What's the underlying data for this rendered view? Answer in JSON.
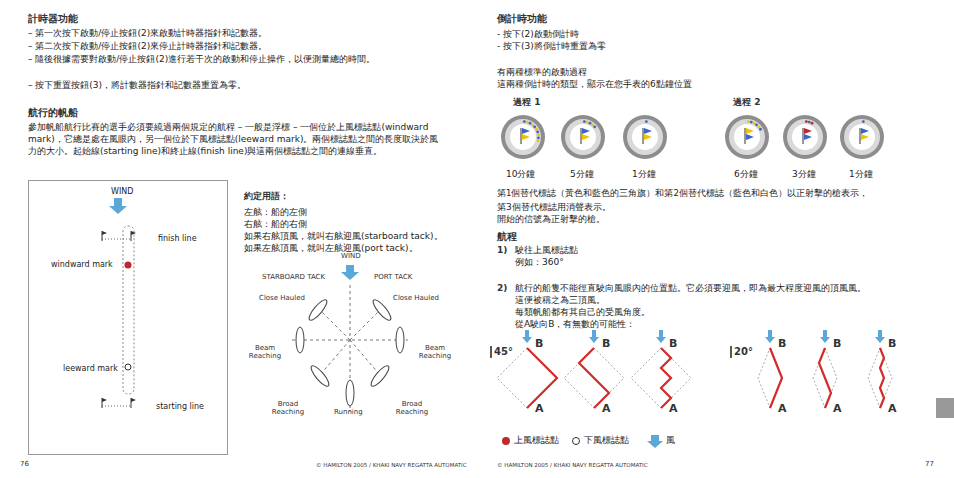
{
  "diagram": {
    "nodes": [
      {
        "text": [
          "WIND",
          "finish line",
          "windward mark",
          "leeward mark",
          "starting line"
        ]
      }
    ],
    "labels": [
      "計時器功能",
      "– 第一次按下啟動/停止按鈕(2)來啟動計時器指針和記數器。",
      "– 第二次按下啟動/停止按鈕(2)來停止計時器指針和記數器。",
      "– 隨後很據需要對啟動/停止按鈕(2)進行若干次的啟動和停止操作，以便測量總的時間。",
      "– 按下重置按鈕(3)，將計數器指針和記數器重置為零。",
      "航行的帆船",
      "參加帆船航行比賽的選手必須要繞過兩個規定的航程 – 一般是浮標 – 一個位於上風標誌點(windward mark)，它總是處在風眼內，另一個位於下風標誌點(leeward mark)。兩個標誌點之間的長度取決於風力的大小。起始線(starting line)和終止線(finish line)與這兩個標誌點之間的連線垂直。",
      "約定用語：",
      "左舷：船的左側",
      "右舷：船的右側",
      "如果右舷頂風，就叫右舷迎風(starboard tack)。",
      "如果左舷頂風，就叫左舷迎風(port tack)。",
      "WIND",
      "STARBOARD TACK",
      "PORT TACK",
      "Close Hauled",
      "Close Hauled",
      "Beam Reaching",
      "Beam Reaching",
      "Broad Reaching",
      "Broad Reaching",
      "Running",
      "76",
      "© HAMILTON 2005 / KHAKI NAVY REGATTA AUTOMATIC",
      "倒計時功能",
      "- 按下(2)啟動倒計時",
      "- 按下(3)將倒計時重置為零",
      "有兩種標準的啟動過程",
      "這兩種倒計時的類型，顯示在您手表的6點鐘位置",
      "過程 1",
      "過程 2",
      "10分鐘",
      "5分鐘",
      "1分鐘",
      "6分鐘",
      "3分鐘",
      "1分鐘",
      "第1個替代標誌（黃色和藍色的三角旗）和第2個替代標誌（藍色和白色）以正射擊的槍表示，",
      "第3個替代標誌用消聲表示。",
      "開始的信號為正射擊的槍。",
      "航程",
      "1)",
      "駛往上風標誌點",
      "例如：360°",
      "2)",
      "航行的船隻不能徑直駛向風眼內的位置點。它必須要迎風，即為最大程度迎風的頂風風。",
      "這便被稱之為三頂風。",
      "每類帆船都有其自己的受風角度。",
      "從A駛向B，有無數的可能性：",
      "45°",
      "B",
      "B",
      "B",
      "A",
      "A",
      "A",
      "20°",
      "B",
      "B",
      "B",
      "A",
      "A",
      "A",
      "© HAMILTON 2005 / KHAKI NAVY REGATTA AUTOMATIC",
      "77"
    ],
    "legend": [
      {
        "text": "上風標誌點",
        "color": "#c0282d"
      },
      {
        "text": "下風標誌點"
      },
      {
        "text": "風"
      }
    ]
  }
}
